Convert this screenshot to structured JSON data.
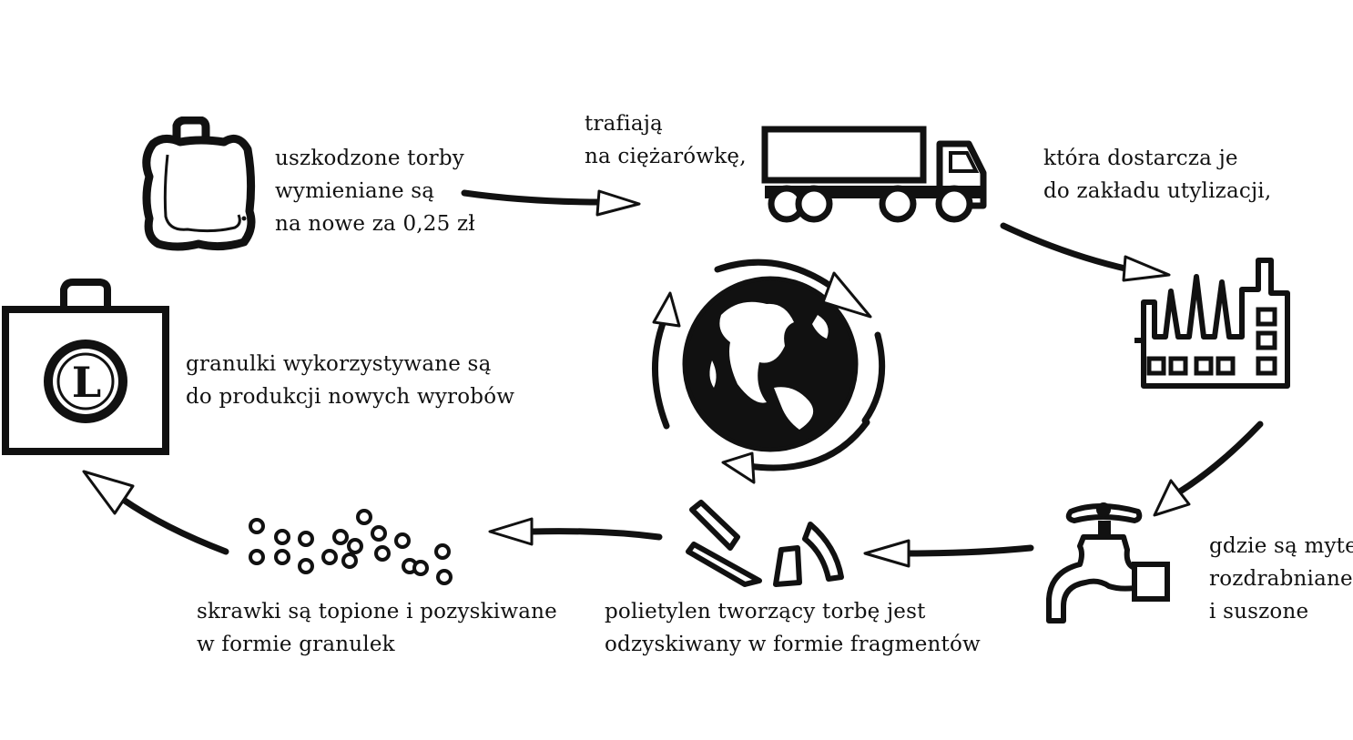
{
  "steps": [
    {
      "id": "damaged-bags",
      "icon": "damaged-bag-icon",
      "lines": [
        "uszkodzone torby",
        "wymieniane są",
        "na nowe za 0,25 zł"
      ]
    },
    {
      "id": "truck",
      "icon": "truck-icon",
      "lines": [
        "trafiają",
        "na ciężarówkę,"
      ]
    },
    {
      "id": "factory",
      "icon": "factory-icon",
      "lines": [
        "która dostarcza je",
        "do zakładu utylizacji,"
      ]
    },
    {
      "id": "washing",
      "icon": "water-tap-icon",
      "lines": [
        "gdzie są myte,",
        "rozdrabniane",
        "i suszone"
      ]
    },
    {
      "id": "fragments",
      "icon": "fragments-icon",
      "lines": [
        "polietylen tworzący torbę jest",
        "odzyskiwany w formie fragmentów"
      ]
    },
    {
      "id": "granules",
      "icon": "granules-icon",
      "lines": [
        "skrawki są topione i pozyskiwane",
        "w formie granulek"
      ]
    },
    {
      "id": "new-products",
      "icon": "new-bag-icon",
      "lines": [
        "granulki wykorzystywane są",
        "do produkcji nowych wyrobów"
      ]
    }
  ],
  "logo": {
    "letter": "L"
  },
  "center": {
    "icon": "globe-icon"
  },
  "colors": {
    "ink": "#111111",
    "background": "#ffffff"
  }
}
